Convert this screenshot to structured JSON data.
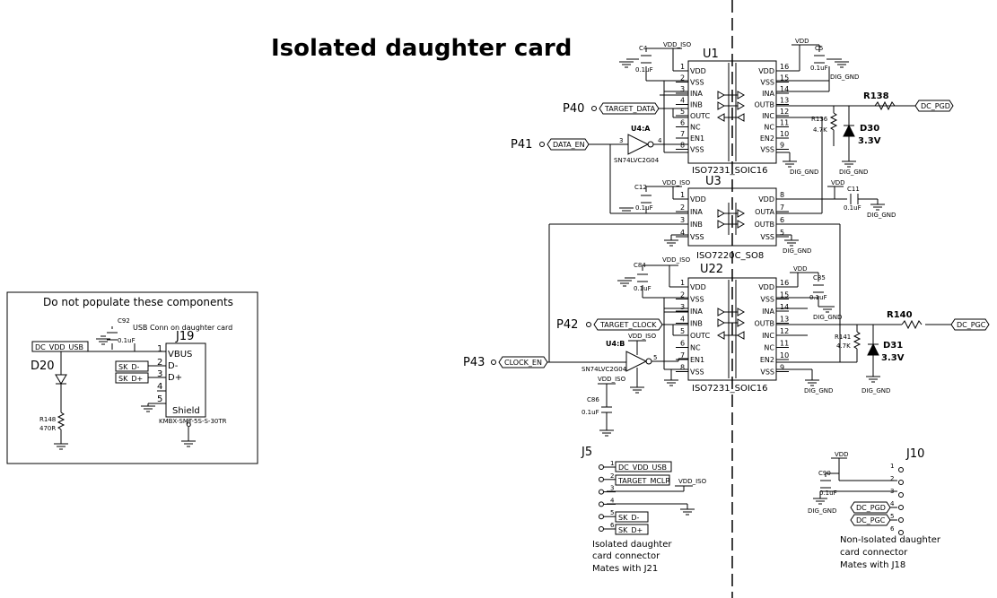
{
  "title": "Isolated daughter card",
  "note_box": {
    "title": "Do not populate these components",
    "usb_caption": "USB Conn on daughter card",
    "d20": "D20",
    "c92": "C92",
    "c92_val": "0.1uF",
    "j19": "J19",
    "dc_vdd_usb": "DC_VDD_USB",
    "sk_dm": "SK_D-",
    "sk_dp": "SK_D+",
    "pins": [
      "VBUS",
      "D-",
      "D+",
      "",
      "Shield"
    ],
    "pin_nums": [
      "1",
      "2",
      "3",
      "4",
      "5",
      "6"
    ],
    "j19_part": "KMBX-SMT-5S-S-30TR",
    "r148": "R148",
    "r148_val": "470R"
  },
  "u1": {
    "ref": "U1",
    "part": "ISO7231_SOIC16",
    "left_pins": [
      {
        "num": "1",
        "name": "VDD"
      },
      {
        "num": "2",
        "name": "VSS"
      },
      {
        "num": "3",
        "name": "INA"
      },
      {
        "num": "4",
        "name": "INB"
      },
      {
        "num": "5",
        "name": "OUTC"
      },
      {
        "num": "6",
        "name": "NC"
      },
      {
        "num": "7",
        "name": "EN1"
      },
      {
        "num": "8",
        "name": "VSS"
      }
    ],
    "right_pins": [
      {
        "num": "16",
        "name": "VDD"
      },
      {
        "num": "15",
        "name": "VSS"
      },
      {
        "num": "14",
        "name": "INA"
      },
      {
        "num": "13",
        "name": "OUTB"
      },
      {
        "num": "12",
        "name": "INC"
      },
      {
        "num": "11",
        "name": "NC"
      },
      {
        "num": "10",
        "name": "EN2"
      },
      {
        "num": "9",
        "name": "VSS"
      }
    ]
  },
  "u3": {
    "ref": "U3",
    "part": "ISO7220C_SO8",
    "left_pins": [
      {
        "num": "1",
        "name": "VDD"
      },
      {
        "num": "2",
        "name": "INA"
      },
      {
        "num": "3",
        "name": "INB"
      },
      {
        "num": "4",
        "name": "VSS"
      }
    ],
    "right_pins": [
      {
        "num": "8",
        "name": "VDD"
      },
      {
        "num": "7",
        "name": "OUTA"
      },
      {
        "num": "6",
        "name": "OUTB"
      },
      {
        "num": "5",
        "name": "VSS"
      }
    ]
  },
  "u22": {
    "ref": "U22",
    "part": "ISO7231_SOIC16",
    "left_pins": [
      {
        "num": "1",
        "name": "VDD"
      },
      {
        "num": "2",
        "name": "VSS"
      },
      {
        "num": "3",
        "name": "INA"
      },
      {
        "num": "4",
        "name": "INB"
      },
      {
        "num": "5",
        "name": "OUTC"
      },
      {
        "num": "6",
        "name": "NC"
      },
      {
        "num": "7",
        "name": "EN1"
      },
      {
        "num": "8",
        "name": "VSS"
      }
    ],
    "right_pins": [
      {
        "num": "16",
        "name": "VDD"
      },
      {
        "num": "15",
        "name": "VSS"
      },
      {
        "num": "14",
        "name": "INA"
      },
      {
        "num": "13",
        "name": "OUTB"
      },
      {
        "num": "12",
        "name": "INC"
      },
      {
        "num": "11",
        "name": "NC"
      },
      {
        "num": "10",
        "name": "EN2"
      },
      {
        "num": "9",
        "name": "VSS"
      }
    ]
  },
  "labels": {
    "vdd_iso": "VDD_ISO",
    "vdd": "VDD",
    "dig_gnd": "DIG_GND",
    "c4": "C4",
    "c5": "C5",
    "c12": "C12",
    "c11": "C11",
    "c84": "C84",
    "c85": "C85",
    "c86": "C86",
    "c90": "C90",
    "cap_val": "0.1uF",
    "p40": "P40",
    "p41": "P41",
    "p42": "P42",
    "p43": "P43",
    "target_data": "TARGET_DATA",
    "data_en": "DATA_EN",
    "target_clock": "TARGET_CLOCK",
    "clock_en": "CLOCK_EN",
    "u4a": "U4:A",
    "u4b": "U4:B",
    "u4_part": "SN74LVC2G04",
    "u4a_pin_in": "3",
    "u4a_pin_out": "4",
    "u4b_pin_out": "5",
    "r138": "R138",
    "r136": "R136",
    "r136_val": "4.7K",
    "d30": "D30",
    "d30_val": "3.3V",
    "dc_pgd": "DC_PGD",
    "r140": "R140",
    "r141": "R141",
    "r141_val": "4.7K",
    "d31": "D31",
    "d31_val": "3.3V",
    "dc_pgc": "DC_PGC"
  },
  "j5": {
    "ref": "J5",
    "pins": [
      "1",
      "2",
      "3",
      "4",
      "5",
      "6"
    ],
    "nets": [
      "DC_VDD_USB",
      "TARGET_MCLR",
      "",
      "",
      "SK_D-",
      "SK_D+"
    ],
    "vdd_iso": "VDD_ISO",
    "caption": [
      "Isolated daughter",
      "card connector",
      "Mates with J21"
    ]
  },
  "j10": {
    "ref": "J10",
    "pins": [
      "1",
      "2",
      "3",
      "4",
      "5",
      "6"
    ],
    "nets": [
      "",
      "",
      "",
      "DC_PGD",
      "DC_PGC",
      ""
    ],
    "caption": [
      "Non-Isolated daughter",
      "card connector",
      "Mates with J18"
    ]
  }
}
